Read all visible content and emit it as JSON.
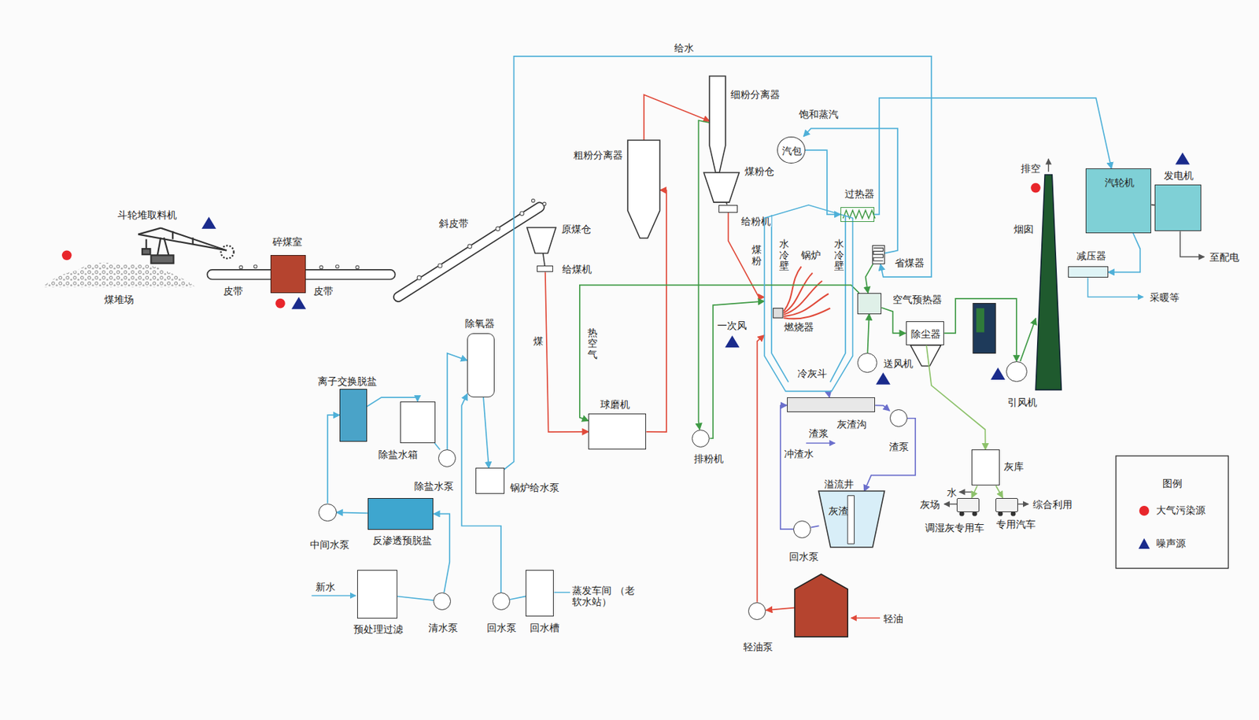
{
  "diagram": {
    "nodes": [
      {
        "text": [
          "碎煤室"
        ]
      },
      {
        "text": [
          "原煤仓"
        ]
      },
      {
        "text": [
          "给煤机"
        ]
      },
      {
        "text": [
          "粗粉分离器"
        ]
      },
      {
        "text": [
          "细粉分离器"
        ]
      },
      {
        "text": [
          "煤粉仓"
        ]
      },
      {
        "text": [
          "给粉机"
        ]
      },
      {
        "text": [
          "球磨机"
        ]
      },
      {
        "text": [
          "排粉机"
        ]
      },
      {
        "text": [
          "汽包"
        ]
      },
      {
        "text": [
          "锅炉"
        ]
      },
      {
        "text": [
          "过热器"
        ]
      },
      {
        "text": [
          "省煤器"
        ]
      },
      {
        "text": [
          "空气预热器"
        ]
      },
      {
        "text": [
          "除尘器"
        ]
      },
      {
        "text": [
          "引风机"
        ]
      },
      {
        "text": [
          "烟囱"
        ]
      },
      {
        "text": [
          "汽轮机"
        ]
      },
      {
        "text": [
          "发电机"
        ]
      },
      {
        "text": [
          "减压器"
        ]
      },
      {
        "text": [
          "送风机"
        ]
      },
      {
        "text": [
          "灰渣沟"
        ]
      },
      {
        "text": [
          "渣泵"
        ]
      },
      {
        "text": [
          "溢流井",
          "灰渣"
        ]
      },
      {
        "text": [
          "回水泵"
        ]
      },
      {
        "text": [
          "灰库"
        ]
      },
      {
        "text": [
          "调湿灰专用车"
        ]
      },
      {
        "text": [
          "专用汽车"
        ]
      },
      {
        "text": [
          "轻油"
        ]
      },
      {
        "text": [
          "轻油泵"
        ]
      },
      {
        "text": [
          "除氧器"
        ]
      },
      {
        "text": [
          "锅炉给水泵"
        ]
      },
      {
        "text": [
          "离子交换脱盐"
        ]
      },
      {
        "text": [
          "除盐水箱"
        ]
      },
      {
        "text": [
          "除盐水泵"
        ]
      },
      {
        "text": [
          "中间水泵"
        ]
      },
      {
        "text": [
          "反渗透预脱盐"
        ]
      },
      {
        "text": [
          "预处理过滤"
        ]
      },
      {
        "text": [
          "清水泵"
        ]
      },
      {
        "text": [
          "回水泵"
        ]
      },
      {
        "text": [
          "回水槽"
        ]
      }
    ],
    "edges": [
      {
        "from": 1,
        "to": 2,
        "arrow": "none"
      },
      {
        "from": 2,
        "to": 7,
        "arrow": "to"
      },
      {
        "from": 7,
        "to": 3,
        "arrow": "to"
      },
      {
        "from": 3,
        "to": 4,
        "arrow": "to"
      },
      {
        "from": 4,
        "to": 5,
        "arrow": "none"
      },
      {
        "from": 5,
        "to": 6,
        "arrow": "none"
      },
      {
        "from": 6,
        "to": 10,
        "arrow": "to"
      },
      {
        "from": 4,
        "to": 8,
        "arrow": "to"
      },
      {
        "from": 8,
        "to": 10,
        "arrow": "to"
      },
      {
        "from": 9,
        "to": 11,
        "arrow": "to"
      },
      {
        "from": 11,
        "to": 17,
        "arrow": "to"
      },
      {
        "from": 17,
        "to": 19,
        "arrow": "to"
      },
      {
        "from": 12,
        "to": 9,
        "arrow": "to"
      },
      {
        "from": 31,
        "to": 12,
        "arrow": "to",
        "label": "给水"
      },
      {
        "from": 13,
        "to": 14,
        "arrow": "to"
      },
      {
        "from": 14,
        "to": 15,
        "arrow": "to"
      },
      {
        "from": 15,
        "to": 16,
        "arrow": "to"
      },
      {
        "from": 20,
        "to": 13,
        "arrow": "to"
      },
      {
        "from": 13,
        "to": 7,
        "arrow": "to"
      },
      {
        "from": 10,
        "to": 21,
        "arrow": "to"
      },
      {
        "from": 21,
        "to": 22,
        "arrow": "to"
      },
      {
        "from": 22,
        "to": 23,
        "arrow": "to"
      },
      {
        "from": 23,
        "to": 24,
        "arrow": "none"
      },
      {
        "from": 24,
        "to": 21,
        "arrow": "to"
      },
      {
        "from": 14,
        "to": 25,
        "arrow": "to"
      },
      {
        "from": 25,
        "to": 26,
        "arrow": "to"
      },
      {
        "from": 25,
        "to": 27,
        "arrow": "to"
      },
      {
        "from": 28,
        "to": 29,
        "arrow": "to"
      },
      {
        "from": 29,
        "to": 10,
        "arrow": "to"
      },
      {
        "from": 30,
        "to": 31,
        "arrow": "to"
      },
      {
        "from": 34,
        "to": 30,
        "arrow": "to"
      },
      {
        "from": 32,
        "to": 33,
        "arrow": "to"
      },
      {
        "from": 33,
        "to": 34,
        "arrow": "none"
      },
      {
        "from": 35,
        "to": 32,
        "arrow": "to"
      },
      {
        "from": 36,
        "to": 35,
        "arrow": "to"
      },
      {
        "from": 38,
        "to": 36,
        "arrow": "to"
      },
      {
        "from": 37,
        "to": 38,
        "arrow": "none"
      },
      {
        "from": 40,
        "to": 39,
        "arrow": "none"
      },
      {
        "from": 39,
        "to": 30,
        "arrow": "to"
      },
      {
        "from": 12,
        "to": 13,
        "arrow": "to"
      },
      {
        "from": 17,
        "to": 18,
        "arrow": "none"
      }
    ],
    "labels": [
      "饱和蒸汽",
      "排空",
      "斗轮堆取料机",
      "斜皮带",
      "煤粉",
      "水冷壁",
      "水冷壁",
      "皮带",
      "皮带",
      "煤堆场",
      "热空气",
      "燃烧器",
      "采暖等",
      "至配电",
      "煤",
      "一次风",
      "冷灰斗",
      "渣浆",
      "冲渣水",
      "水",
      "灰场",
      "综合利用",
      "新水",
      "蒸发车间 （老软水站）",
      "图例"
    ],
    "legend": [
      {
        "text": "大气污染源",
        "color": "#e8262b"
      },
      {
        "text": "噪声源",
        "color": "#1a2b8c"
      }
    ]
  }
}
